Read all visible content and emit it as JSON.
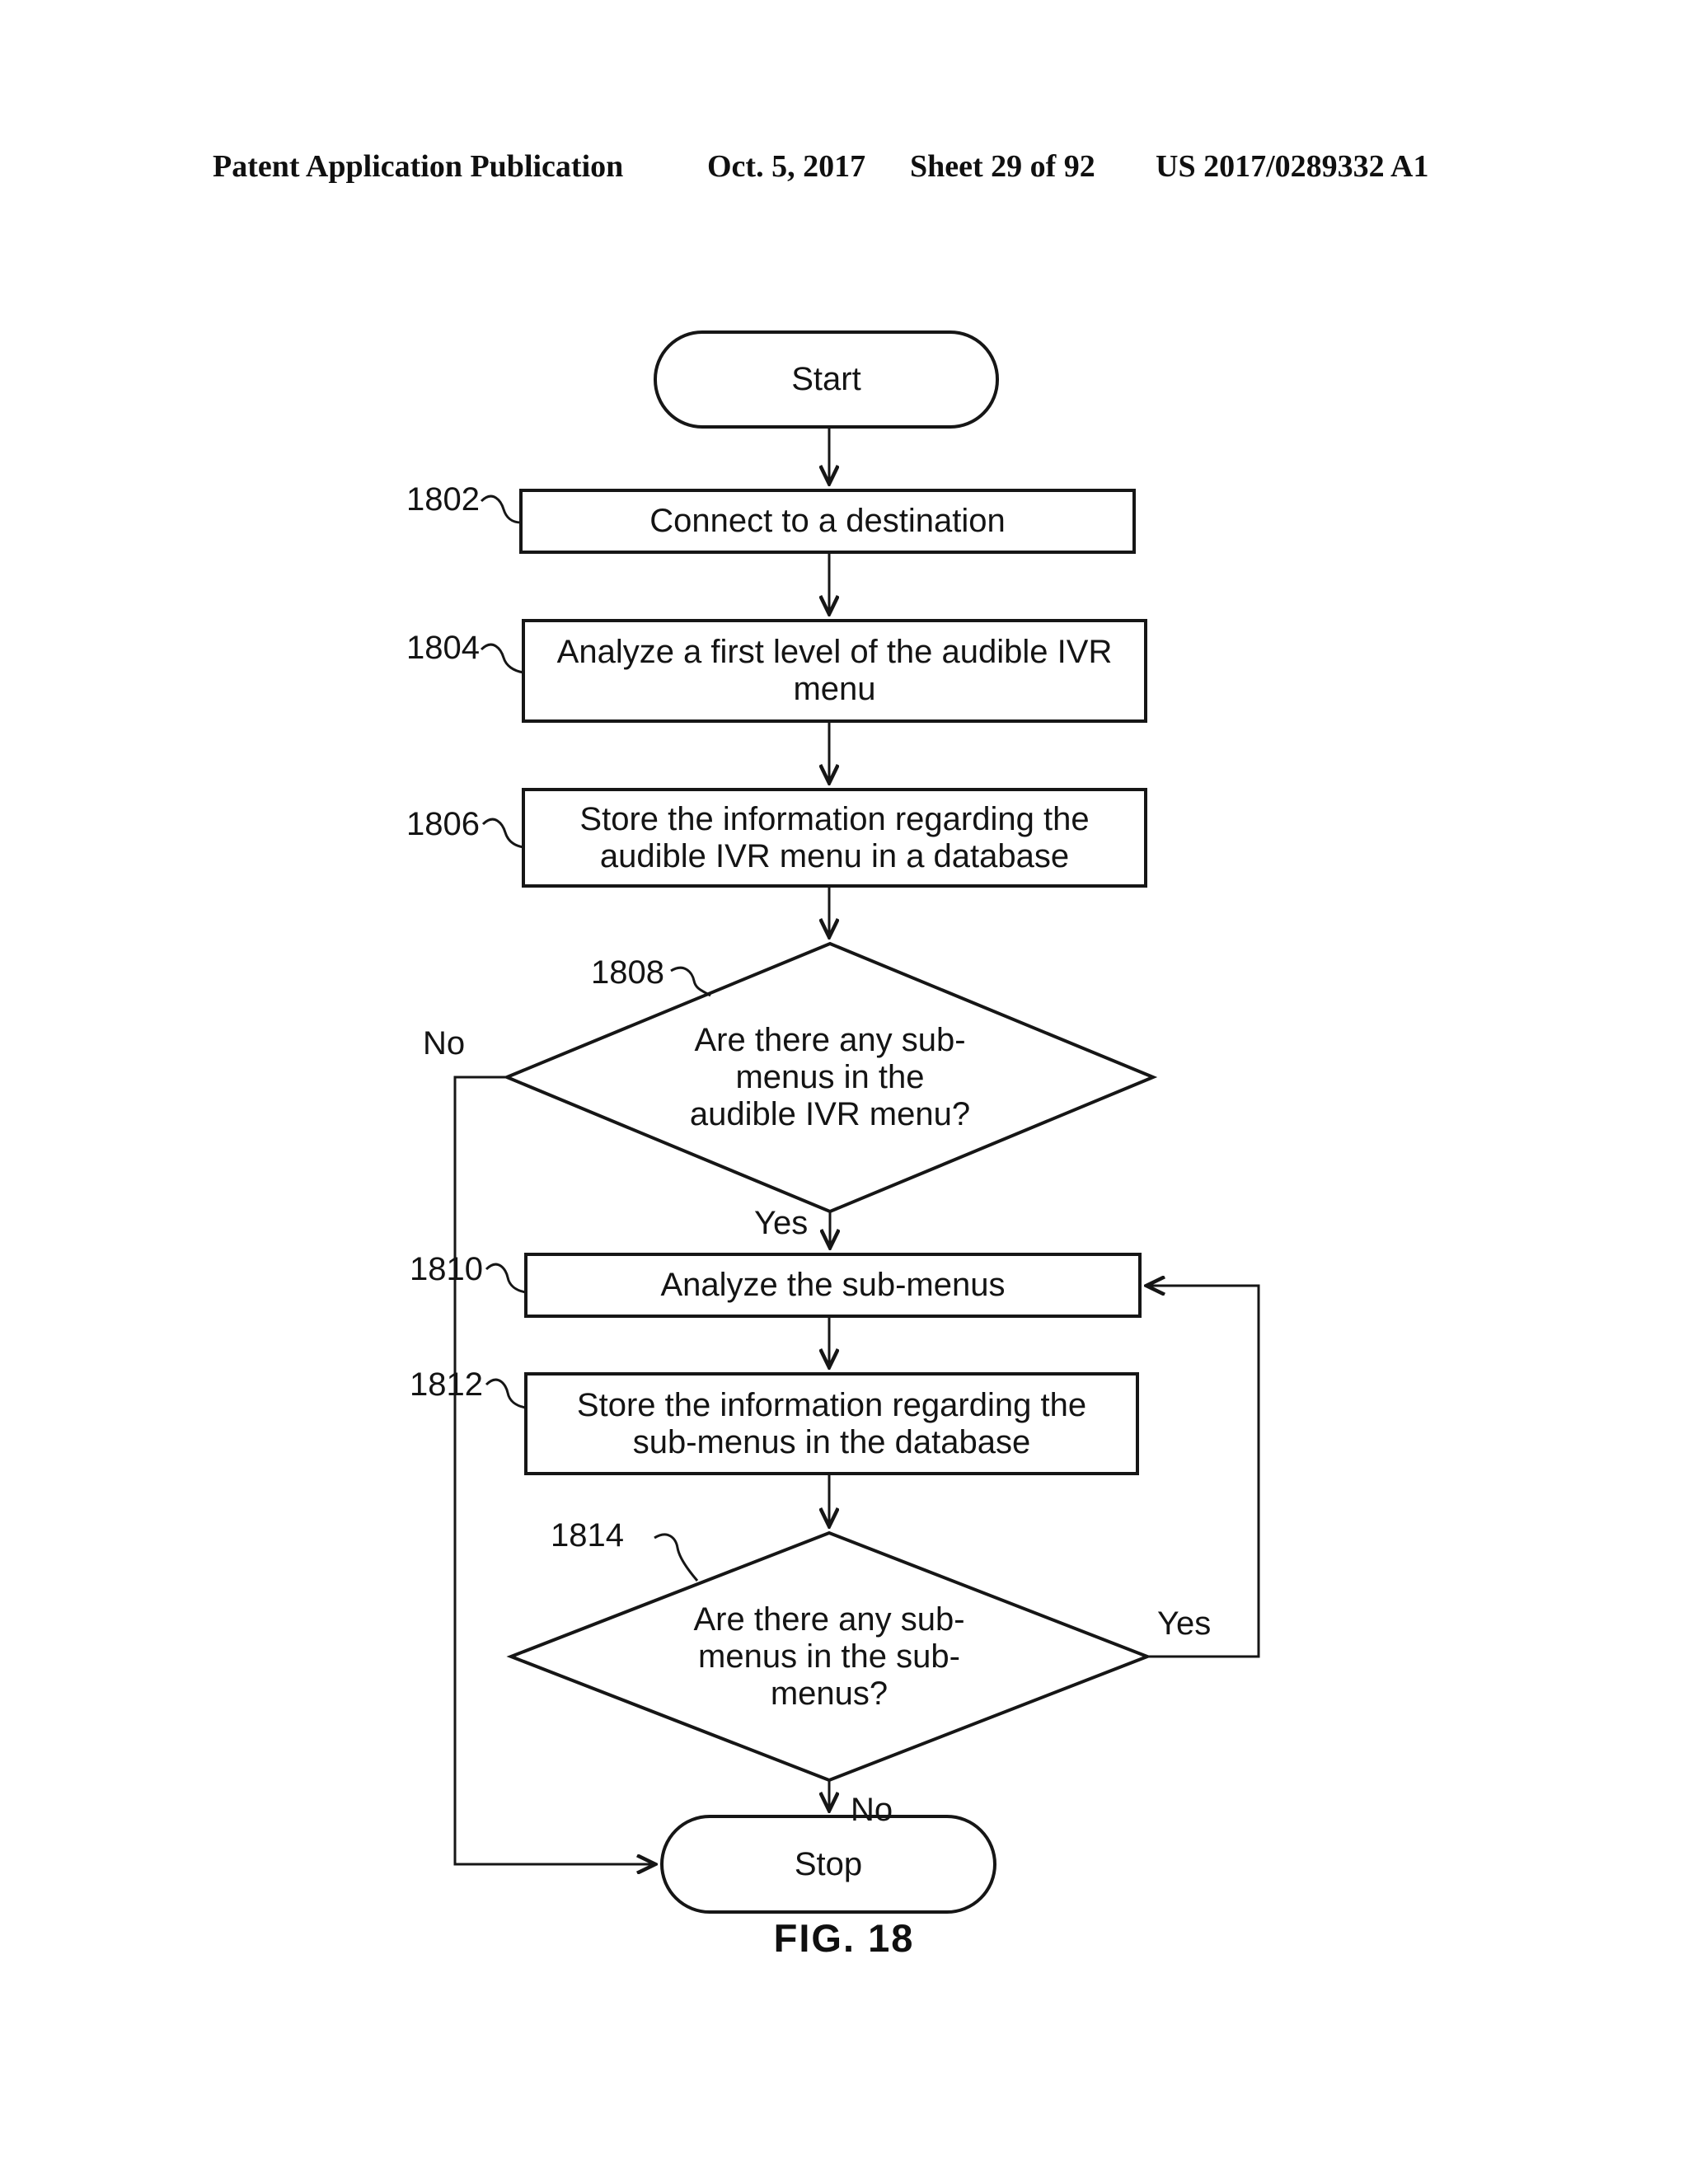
{
  "header": {
    "publication": "Patent Application Publication",
    "date": "Oct. 5, 2017",
    "sheet": "Sheet 29 of 92",
    "patent_number": "US 2017/0289332 A1"
  },
  "figure_caption": "FIG. 18",
  "flowchart": {
    "start": {
      "label": "Start"
    },
    "stop": {
      "label": "Stop"
    },
    "steps": [
      {
        "ref": "1802",
        "type": "process",
        "label": "Connect to a destination"
      },
      {
        "ref": "1804",
        "type": "process",
        "label": "Analyze a first level of the audible IVR\nmenu"
      },
      {
        "ref": "1806",
        "type": "process",
        "label": "Store the information regarding the\naudible IVR menu in a database"
      },
      {
        "ref": "1808",
        "type": "decision",
        "label": "Are there any sub-\nmenus in the\naudible IVR menu?"
      },
      {
        "ref": "1810",
        "type": "process",
        "label": "Analyze the sub-menus"
      },
      {
        "ref": "1812",
        "type": "process",
        "label": "Store the information regarding the\nsub-menus in the database"
      },
      {
        "ref": "1814",
        "type": "decision",
        "label": "Are there any sub-\nmenus in the sub-\nmenus?"
      }
    ],
    "edge_labels": {
      "no_1808": "No",
      "yes_1808": "Yes",
      "yes_1814": "Yes",
      "no_1814": "No"
    }
  }
}
